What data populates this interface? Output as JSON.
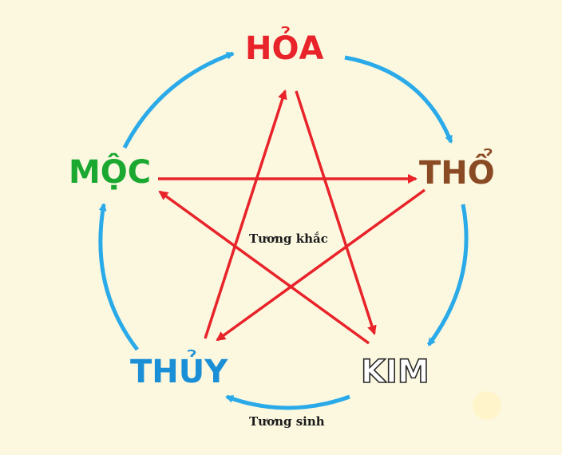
{
  "elements": {
    "hoa": {
      "label": "HỎA",
      "color": "#e8232a"
    },
    "tho": {
      "label": "THỔ",
      "color": "#8a4a23"
    },
    "kim": {
      "label": "KIM",
      "color": "#ffffff"
    },
    "thuy": {
      "label": "THỦY",
      "color": "#1b8fd6"
    },
    "moc": {
      "label": "MỘC",
      "color": "#1aa830"
    }
  },
  "cycles": {
    "generating": {
      "label": "Tương sinh",
      "color": "#2aaae8"
    },
    "overcoming": {
      "label": "Tương khắc",
      "color": "#e8232a"
    }
  }
}
